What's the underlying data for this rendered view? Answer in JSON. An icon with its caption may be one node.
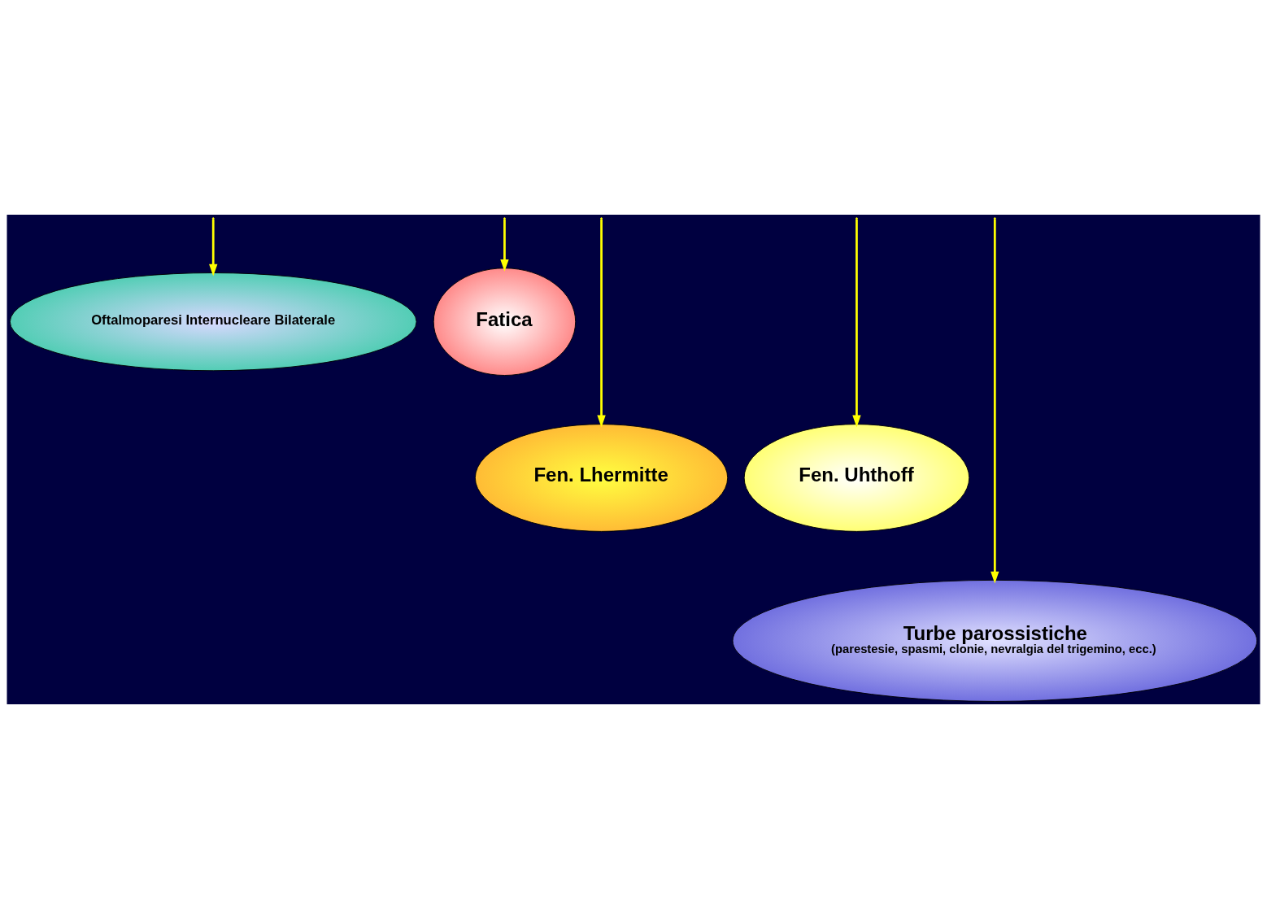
{
  "diagram": {
    "nodes": [
      {
        "text": [
          "Oftalmoparesi Internucleare Bilaterale"
        ]
      },
      {
        "text": [
          "Fatica"
        ]
      },
      {
        "text": [
          "Fen. Lhermitte"
        ]
      },
      {
        "text": [
          "Fen. Uhthoff"
        ]
      },
      {
        "text": [
          "Turbe parossistiche",
          "(parestesie, spasmi, clonie, nevralgia del trigemino, ecc.)"
        ]
      }
    ],
    "edges": [
      {
        "from": null,
        "to": 0,
        "arrow": "to",
        "color": "#ffff00"
      },
      {
        "from": null,
        "to": 1,
        "arrow": "to",
        "color": "#ffff00"
      },
      {
        "from": null,
        "to": 2,
        "arrow": "to",
        "color": "#ffff00"
      },
      {
        "from": null,
        "to": 3,
        "arrow": "to",
        "color": "#ffff00"
      },
      {
        "from": null,
        "to": 4,
        "arrow": "to",
        "color": "#ffff00"
      }
    ]
  }
}
